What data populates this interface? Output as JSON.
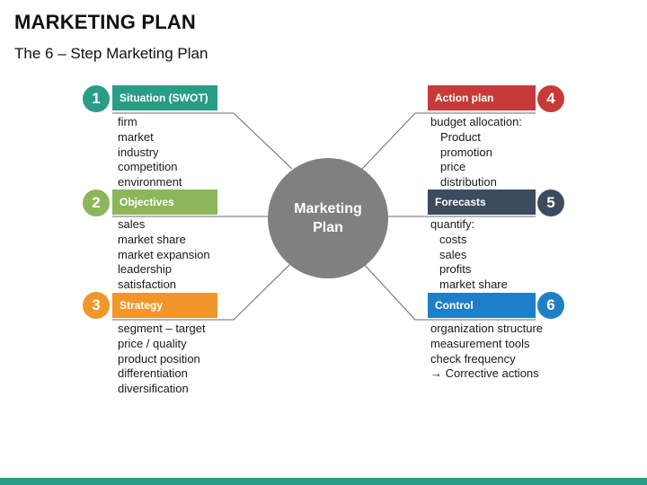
{
  "title": "MARKETING PLAN",
  "subtitle": "The 6 – Step Marketing Plan",
  "center": {
    "line1": "Marketing",
    "line2": "Plan",
    "color": "#808080"
  },
  "steps": [
    {
      "number": "1",
      "label": "Situation (SWOT)",
      "color": "#2a9d86",
      "items": [
        "firm",
        "market",
        "industry",
        "competition",
        "environment"
      ]
    },
    {
      "number": "2",
      "label": "Objectives",
      "color": "#8db65a",
      "items": [
        "sales",
        "market share",
        "market expansion",
        "leadership",
        "satisfaction"
      ]
    },
    {
      "number": "3",
      "label": "Strategy",
      "color": "#f0962a",
      "items": [
        "segment – target",
        "price / quality",
        "product position",
        "differentiation",
        "diversification"
      ]
    },
    {
      "number": "4",
      "label": "Action plan",
      "color": "#c83a3a",
      "items": [
        "budget allocation:",
        "Product",
        "promotion",
        "price",
        "distribution"
      ]
    },
    {
      "number": "5",
      "label": "Forecasts",
      "color": "#3d4b5f",
      "items": [
        "quantify:",
        "costs",
        "sales",
        "profits",
        "market share"
      ]
    },
    {
      "number": "6",
      "label": "Control",
      "color": "#1f7fc6",
      "items": [
        "organization structure",
        "measurement tools",
        "check frequency",
        "→ Corrective actions"
      ]
    }
  ],
  "footer_color": "#2a9d86",
  "connector_color": "#6b6b6b"
}
